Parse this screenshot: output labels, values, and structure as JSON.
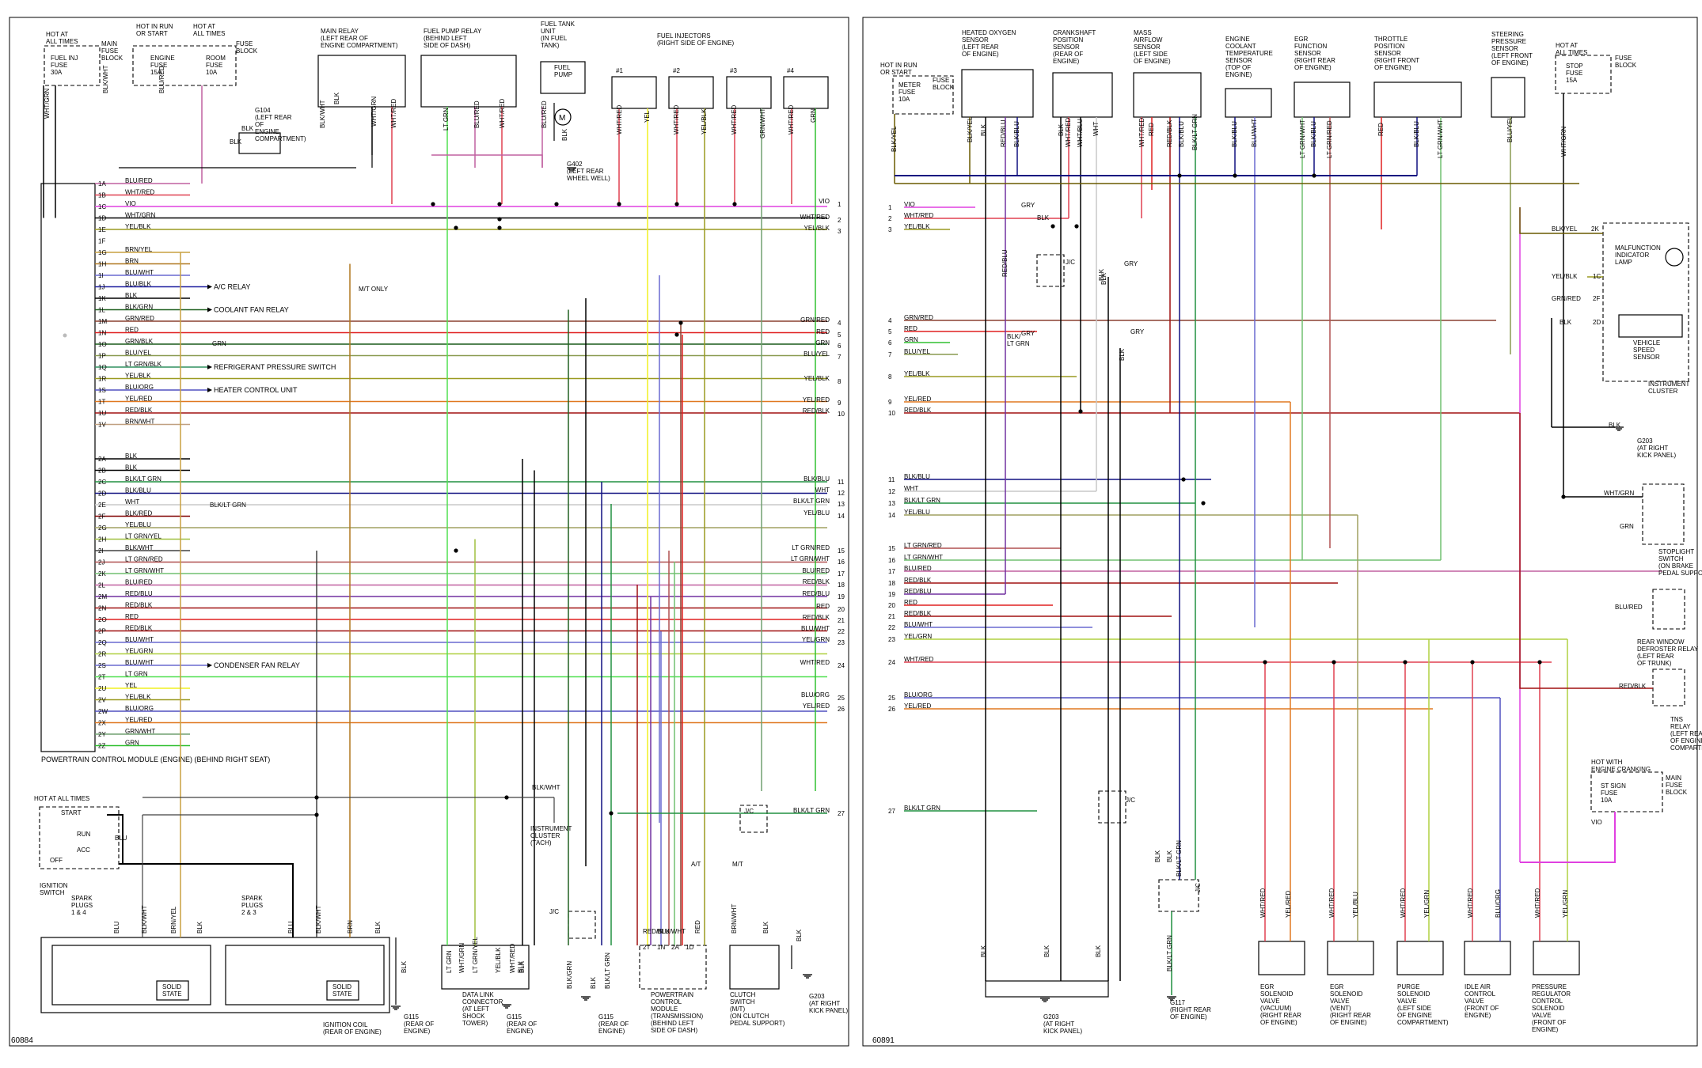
{
  "colors": {
    "VIO": "#e040e0",
    "WHT/RED": "#e04050",
    "YEL/BLK": "#9a9a20",
    "BLU/RED": "#c060a0",
    "BRN/YEL": "#c8a040",
    "BRN": "#b07820",
    "BLU/WHT": "#6a6ad0",
    "BLU/BLK": "#2020a0",
    "BLK": "#000000",
    "BLK/GRN": "#206020",
    "GRN/RED": "#8a4030",
    "RED": "#e02020",
    "GRN/BLK": "#1a5a1a",
    "GRN": "#30c030",
    "BLU/YEL": "#8a9a50",
    "LT GRN/BLK": "#309060",
    "BLU/ORG": "#5050c0",
    "YEL/RED": "#e07820",
    "RED/BLK": "#a01010",
    "BRN/WHT": "#c0a080",
    "BLK/LT GRN": "#209040",
    "BLK/BLU": "#101080",
    "WHT": "#c8c8c8",
    "BLK/RED": "#800000",
    "YEL/BLU": "#a0a060",
    "LT GRN/YEL": "#a0c040",
    "BLK/WHT": "#404040",
    "LT GRN/RED": "#b05050",
    "LT GRN/WHT": "#70c070",
    "RED/BLU": "#7030a0",
    "YEL/GRN": "#b0d040",
    "LT GRN": "#50e050",
    "YEL": "#f0f020",
    "GRN/WHT": "#70a070",
    "GRY": "#808080",
    "BLK/YEL": "#6a5a00"
  },
  "left": {
    "page_id": "60884",
    "pcm": {
      "title": "POWERTRAIN CONTROL\nMODULE (ENGINE)\n(BEHIND\nRIGHT SEAT)"
    },
    "top": [
      {
        "text": "HOT AT\nALL TIMES"
      },
      {
        "text": "MAIN\nFUSE\nBLOCK"
      },
      {
        "text": "FUEL INJ\nFUSE\n30A"
      },
      {
        "text": "HOT IN RUN\nOR START"
      },
      {
        "text": "HOT AT\nALL TIMES"
      },
      {
        "text": "FUSE\nBLOCK"
      },
      {
        "text": "ENGINE\nFUSE\n15A"
      },
      {
        "text": "ROOM\nFUSE\n10A"
      },
      {
        "text": "G104\n(LEFT REAR\nOF\nENGINE\nCOMPARTMENT)"
      },
      {
        "text": "MAIN RELAY\n(LEFT REAR OF\nENGINE COMPARTMENT)"
      },
      {
        "text": "FUEL PUMP RELAY\n(BEHIND LEFT\nSIDE OF DASH)"
      },
      {
        "text": "FUEL TANK\nUNIT\n(IN FUEL\nTANK)"
      },
      {
        "text": "FUEL\nPUMP"
      },
      {
        "text": "FUEL INJECTORS\n(RIGHT SIDE OF ENGINE)"
      },
      {
        "text": "#1"
      },
      {
        "text": "#2"
      },
      {
        "text": "#3"
      },
      {
        "text": "#4"
      },
      {
        "text": "G402\n(LEFT REAR\nWHEEL WELL)"
      },
      {
        "text": "WHT/GRN"
      },
      {
        "text": "BLK/WHT"
      },
      {
        "text": "BLU/RED"
      },
      {
        "text": "BLK"
      },
      {
        "text": "BLK"
      },
      {
        "text": "BLK/WHT"
      },
      {
        "text": "BLK"
      },
      {
        "text": "WHT/GRN"
      },
      {
        "text": "WHT/RED"
      },
      {
        "text": "LT GRN"
      },
      {
        "text": "BLU/RED"
      },
      {
        "text": "WHT/RED"
      },
      {
        "text": "BLU/RED"
      },
      {
        "text": "BLK"
      },
      {
        "text": "WHT/RED"
      },
      {
        "text": "YEL"
      },
      {
        "text": "WHT/RED"
      },
      {
        "text": "YEL/BLK"
      },
      {
        "text": "WHT/RED"
      },
      {
        "text": "GRN/WHT"
      },
      {
        "text": "WHT/RED"
      },
      {
        "text": "GRN"
      }
    ],
    "pins": [
      {
        "pin": "1A",
        "wire": "BLU/RED"
      },
      {
        "pin": "1B",
        "wire": "WHT/RED"
      },
      {
        "pin": "1C",
        "wire": "VIO"
      },
      {
        "pin": "1D",
        "wire": "WHT/GRN"
      },
      {
        "pin": "1E",
        "wire": "YEL/BLK"
      },
      {
        "pin": "1F",
        "wire": ""
      },
      {
        "pin": "1G",
        "wire": "BRN/YEL"
      },
      {
        "pin": "1H",
        "wire": "BRN"
      },
      {
        "pin": "1I",
        "wire": "BLU/WHT"
      },
      {
        "pin": "1J",
        "wire": "BLU/BLK"
      },
      {
        "pin": "1K",
        "wire": "BLK"
      },
      {
        "pin": "1L",
        "wire": "BLK/GRN"
      },
      {
        "pin": "1M",
        "wire": "GRN/RED"
      },
      {
        "pin": "1N",
        "wire": "RED"
      },
      {
        "pin": "1O",
        "wire": "GRN/BLK"
      },
      {
        "pin": "1P",
        "wire": "BLU/YEL"
      },
      {
        "pin": "1Q",
        "wire": "LT GRN/BLK"
      },
      {
        "pin": "1R",
        "wire": "YEL/BLK"
      },
      {
        "pin": "1S",
        "wire": "BLU/ORG"
      },
      {
        "pin": "1T",
        "wire": "YEL/RED"
      },
      {
        "pin": "1U",
        "wire": "RED/BLK"
      },
      {
        "pin": "1V",
        "wire": "BRN/WHT"
      },
      {
        "pin": "2A",
        "wire": "BLK"
      },
      {
        "pin": "2B",
        "wire": "BLK"
      },
      {
        "pin": "2C",
        "wire": "BLK/LT GRN"
      },
      {
        "pin": "2D",
        "wire": "BLK/BLU"
      },
      {
        "pin": "2E",
        "wire": "WHT"
      },
      {
        "pin": "2F",
        "wire": "BLK/RED"
      },
      {
        "pin": "2G",
        "wire": "YEL/BLU"
      },
      {
        "pin": "2H",
        "wire": "LT GRN/YEL"
      },
      {
        "pin": "2I",
        "wire": "BLK/WHT"
      },
      {
        "pin": "2J",
        "wire": "LT GRN/RED"
      },
      {
        "pin": "2K",
        "wire": "LT GRN/WHT"
      },
      {
        "pin": "2L",
        "wire": "BLU/RED"
      },
      {
        "pin": "2M",
        "wire": "RED/BLU"
      },
      {
        "pin": "2N",
        "wire": "RED/BLK"
      },
      {
        "pin": "2O",
        "wire": "RED"
      },
      {
        "pin": "2P",
        "wire": "RED/BLK"
      },
      {
        "pin": "2Q",
        "wire": "BLU/WHT"
      },
      {
        "pin": "2R",
        "wire": "YEL/GRN"
      },
      {
        "pin": "2S",
        "wire": "BLU/WHT"
      },
      {
        "pin": "2T",
        "wire": "LT GRN"
      },
      {
        "pin": "2U",
        "wire": "YEL"
      },
      {
        "pin": "2V",
        "wire": "YEL/BLK"
      },
      {
        "pin": "2W",
        "wire": "BLU/ORG"
      },
      {
        "pin": "2X",
        "wire": "YEL/RED"
      },
      {
        "pin": "2Y",
        "wire": "GRN/WHT"
      },
      {
        "pin": "2Z",
        "wire": "GRN"
      }
    ],
    "destinations": [
      {
        "pin": "1J",
        "text": "A/C RELAY"
      },
      {
        "pin": "1L",
        "text": "COOLANT FAN RELAY"
      },
      {
        "pin": "1Q",
        "text": "REFRIGERANT PRESSURE SWITCH"
      },
      {
        "pin": "1S",
        "text": "HEATER CONTROL UNIT"
      },
      {
        "pin": "2S",
        "text": "CONDENSER FAN RELAY"
      }
    ],
    "mid_labels": [
      {
        "text": "GRN"
      },
      {
        "text": "BLK/LT GRN"
      },
      {
        "text": "M/T ONLY"
      },
      {
        "text": "BLK/WHT"
      },
      {
        "text": "A/T"
      },
      {
        "text": "M/T"
      }
    ],
    "connectors": [
      {
        "num": "1",
        "wire": "VIO"
      },
      {
        "num": "2",
        "wire": "WHT/RED"
      },
      {
        "num": "3",
        "wire": "YEL/BLK"
      },
      {
        "num": "4",
        "wire": "GRN/RED"
      },
      {
        "num": "5",
        "wire": "RED"
      },
      {
        "num": "6",
        "wire": "GRN"
      },
      {
        "num": "7",
        "wire": "BLU/YEL"
      },
      {
        "num": "8",
        "wire": "YEL/BLK"
      },
      {
        "num": "9",
        "wire": "YEL/RED"
      },
      {
        "num": "10",
        "wire": "RED/BLK"
      },
      {
        "num": "11",
        "wire": "BLK/BLU"
      },
      {
        "num": "12",
        "wire": "WHT"
      },
      {
        "num": "13",
        "wire": "BLK/LT GRN"
      },
      {
        "num": "14",
        "wire": "YEL/BLU"
      },
      {
        "num": "15",
        "wire": "LT GRN/RED"
      },
      {
        "num": "16",
        "wire": "LT GRN/WHT"
      },
      {
        "num": "17",
        "wire": "BLU/RED"
      },
      {
        "num": "18",
        "wire": "RED/BLK"
      },
      {
        "num": "19",
        "wire": "RED/BLU"
      },
      {
        "num": "20",
        "wire": "RED"
      },
      {
        "num": "21",
        "wire": "RED/BLK"
      },
      {
        "num": "22",
        "wire": "BLU/WHT"
      },
      {
        "num": "23",
        "wire": "YEL/GRN"
      },
      {
        "num": "24",
        "wire": "WHT/RED"
      },
      {
        "num": "25",
        "wire": "BLU/ORG"
      },
      {
        "num": "26",
        "wire": "YEL/RED"
      },
      {
        "num": "27",
        "wire": "BLK/LT GRN"
      }
    ],
    "bottom": [
      {
        "text": "HOT AT ALL TIMES"
      },
      {
        "text": "START"
      },
      {
        "text": "RUN"
      },
      {
        "text": "ACC"
      },
      {
        "text": "OFF"
      },
      {
        "text": "IGNITION\nSWITCH"
      },
      {
        "text": "BLU"
      },
      {
        "text": "SPARK\nPLUGS\n1 & 4"
      },
      {
        "text": "SPARK\nPLUGS\n2 & 3"
      },
      {
        "text": "SOLID\nSTATE"
      },
      {
        "text": "SOLID\nSTATE"
      },
      {
        "text": "IGNITION COIL\n(REAR OF ENGINE)"
      },
      {
        "text": "G115\n(REAR OF\nENGINE)"
      },
      {
        "text": "DATA LINK\nCONNECTOR\n(AT LEFT\nSHOCK\nTOWER)"
      },
      {
        "text": "G115\n(REAR OF\nENGINE)"
      },
      {
        "text": "INSTRUMENT\nCLUSTER\n(TACH)"
      },
      {
        "text": "J/C"
      },
      {
        "text": "G115\n(REAR OF\nENGINE)"
      },
      {
        "text": "POWERTRAIN\nCONTROL\nMODULE\n(TRANSMISSION)\n(BEHIND LEFT\nSIDE OF DASH)"
      },
      {
        "text": "CLUTCH\nSWITCH\n(M/T)\n(ON CLUTCH\nPEDAL SUPPORT)"
      },
      {
        "text": "G203\n(AT RIGHT\nKICK PANEL)"
      },
      {
        "text": "J/C"
      },
      {
        "text": "BLU"
      },
      {
        "text": "BLK/WHT"
      },
      {
        "text": "BRN/YEL"
      },
      {
        "text": "BLK"
      },
      {
        "text": "BLU"
      },
      {
        "text": "BLK/WHT"
      },
      {
        "text": "BRN"
      },
      {
        "text": "BLK"
      },
      {
        "text": "BLK"
      },
      {
        "text": "LT GRN"
      },
      {
        "text": "WHT/GRN"
      },
      {
        "text": "LT GRN/YEL"
      },
      {
        "text": "YEL/BLK"
      },
      {
        "text": "WHT/RED"
      },
      {
        "text": "BLK"
      },
      {
        "text": "BLK/GRN"
      },
      {
        "text": "BLK"
      },
      {
        "text": "BLK/LT GRN"
      },
      {
        "text": "RED/BLK"
      },
      {
        "text": "BLU/WHT"
      },
      {
        "text": "2T"
      },
      {
        "text": "1N"
      },
      {
        "text": "2A"
      },
      {
        "text": "1D"
      },
      {
        "text": "RED"
      },
      {
        "text": "BRN/WHT"
      },
      {
        "text": "BLK"
      },
      {
        "text": "BLK"
      },
      {
        "text": "BLK"
      }
    ]
  },
  "right": {
    "page_id": "60891",
    "top": [
      {
        "text": "HOT IN RUN\nOR START"
      },
      {
        "text": "METER\nFUSE\n10A"
      },
      {
        "text": "FUSE\nBLOCK"
      },
      {
        "text": "HEATED OXYGEN\nSENSOR\n(LEFT REAR\nOF ENGINE)"
      },
      {
        "text": "CRANKSHAFT\nPOSITION\nSENSOR\n(REAR OF\nENGINE)"
      },
      {
        "text": "MASS\nAIRFLOW\nSENSOR\n(LEFT SIDE\nOF ENGINE)"
      },
      {
        "text": "ENGINE\nCOOLANT\nTEMPERATURE\nSENSOR\n(TOP OF\nENGINE)"
      },
      {
        "text": "EGR\nFUNCTION\nSENSOR\n(RIGHT REAR\nOF ENGINE)"
      },
      {
        "text": "THROTTLE\nPOSITION\nSENSOR\n(RIGHT FRONT\nOF ENGINE)"
      },
      {
        "text": "STEERING\nPRESSURE\nSENSOR\n(LEFT FRONT\nOF ENGINE)"
      },
      {
        "text": "HOT AT\nALL TIMES"
      },
      {
        "text": "FUSE\nBLOCK"
      },
      {
        "text": "STOP\nFUSE\n15A"
      },
      {
        "text": "BLK/YEL"
      },
      {
        "text": "BLK/YEL"
      },
      {
        "text": "BLK"
      },
      {
        "text": "RED/BLU"
      },
      {
        "text": "BLK/BLU"
      },
      {
        "text": "BLK"
      },
      {
        "text": "WHT/RED"
      },
      {
        "text": "WHT/BLU"
      },
      {
        "text": "WHT"
      },
      {
        "text": "WHT/RED"
      },
      {
        "text": "RED"
      },
      {
        "text": "RED/BLK"
      },
      {
        "text": "BLK/BLU"
      },
      {
        "text": "BLK/LT GRN"
      },
      {
        "text": "BLK/BLU"
      },
      {
        "text": "BLU/WHT"
      },
      {
        "text": "LT GRN/WHT"
      },
      {
        "text": "BLK/BLU"
      },
      {
        "text": "LT GRN/RED"
      },
      {
        "text": "RED"
      },
      {
        "text": "BLK/BLU"
      },
      {
        "text": "LT GRN/WHT"
      },
      {
        "text": "BLU/YEL"
      },
      {
        "text": "WHT/GRN"
      }
    ],
    "connectors": [
      {
        "num": "1",
        "wire": "VIO"
      },
      {
        "num": "2",
        "wire": "WHT/RED"
      },
      {
        "num": "3",
        "wire": "YEL/BLK"
      },
      {
        "num": "4",
        "wire": "GRN/RED"
      },
      {
        "num": "5",
        "wire": "RED"
      },
      {
        "num": "6",
        "wire": "GRN"
      },
      {
        "num": "7",
        "wire": "BLU/YEL"
      },
      {
        "num": "8",
        "wire": "YEL/BLK"
      },
      {
        "num": "9",
        "wire": "YEL/RED"
      },
      {
        "num": "10",
        "wire": "RED/BLK"
      },
      {
        "num": "11",
        "wire": "BLK/BLU"
      },
      {
        "num": "12",
        "wire": "WHT"
      },
      {
        "num": "13",
        "wire": "BLK/LT GRN"
      },
      {
        "num": "14",
        "wire": "YEL/BLU"
      },
      {
        "num": "15",
        "wire": "LT GRN/RED"
      },
      {
        "num": "16",
        "wire": "LT GRN/WHT"
      },
      {
        "num": "17",
        "wire": "BLU/RED"
      },
      {
        "num": "18",
        "wire": "RED/BLK"
      },
      {
        "num": "19",
        "wire": "RED/BLU"
      },
      {
        "num": "20",
        "wire": "RED"
      },
      {
        "num": "21",
        "wire": "RED/BLK"
      },
      {
        "num": "22",
        "wire": "BLU/WHT"
      },
      {
        "num": "23",
        "wire": "YEL/GRN"
      },
      {
        "num": "24",
        "wire": "WHT/RED"
      },
      {
        "num": "25",
        "wire": "BLU/ORG"
      },
      {
        "num": "26",
        "wire": "YEL/RED"
      },
      {
        "num": "27",
        "wire": "BLK/LT GRN"
      }
    ],
    "mid_labels": [
      {
        "text": "GRY"
      },
      {
        "text": "BLK"
      },
      {
        "text": "J/C"
      },
      {
        "text": "GRY"
      },
      {
        "text": "BLK"
      },
      {
        "text": "GRY"
      },
      {
        "text": "BLK/\nLT GRN"
      },
      {
        "text": "RED/BLU"
      },
      {
        "text": "GRY"
      },
      {
        "text": "BLK"
      },
      {
        "text": "BLK"
      }
    ],
    "right_side": [
      {
        "text": "BLK/YEL"
      },
      {
        "text": "2K"
      },
      {
        "text": "MALFUNCTION\nINDICATOR\nLAMP"
      },
      {
        "text": "YEL/BLK"
      },
      {
        "text": "1C"
      },
      {
        "text": "GRN/RED"
      },
      {
        "text": "2F"
      },
      {
        "text": "BLK"
      },
      {
        "text": "2D"
      },
      {
        "text": "VEHICLE\nSPEED\nSENSOR"
      },
      {
        "text": "INSTRUMENT\nCLUSTER"
      },
      {
        "text": "BLK"
      },
      {
        "text": "G203\n(AT RIGHT\nKICK PANEL)"
      },
      {
        "text": "WHT/GRN"
      },
      {
        "text": "GRN"
      },
      {
        "text": "STOPLIGHT\nSWITCH\n(ON BRAKE\nPEDAL SUPPORT)"
      },
      {
        "text": "BLU/RED"
      },
      {
        "text": "REAR WINDOW\nDEFROSTER RELAY\n(LEFT REAR\nOF TRUNK)"
      },
      {
        "text": "RED/BLK"
      },
      {
        "text": "TNS\nRELAY\n(LEFT REAR\nOF ENGINE\nCOMPARTMENT)"
      },
      {
        "text": "HOT WITH\nENGINE CRANKING"
      },
      {
        "text": "ST SIGN\nFUSE\n10A"
      },
      {
        "text": "MAIN\nFUSE\nBLOCK"
      },
      {
        "text": "VIO"
      }
    ],
    "bottom": [
      {
        "text": "J/C"
      },
      {
        "text": "BLK"
      },
      {
        "text": "BLK"
      },
      {
        "text": "BLK"
      },
      {
        "text": "BLK"
      },
      {
        "text": "BLK"
      },
      {
        "text": "BLK/LT GRN"
      },
      {
        "text": "J/C"
      },
      {
        "text": "BLK/LT GRN"
      },
      {
        "text": "G203\n(AT RIGHT\nKICK PANEL)"
      },
      {
        "text": "G117\n(RIGHT REAR\nOF ENGINE)"
      },
      {
        "text": "WHT/RED"
      },
      {
        "text": "YEL/RED"
      },
      {
        "text": "WHT/RED"
      },
      {
        "text": "YEL/BLU"
      },
      {
        "text": "WHT/RED"
      },
      {
        "text": "YEL/GRN"
      },
      {
        "text": "WHT/RED"
      },
      {
        "text": "BLU/ORG"
      },
      {
        "text": "WHT/RED"
      },
      {
        "text": "YEL/GRN"
      },
      {
        "text": "EGR\nSOLENOID\nVALVE\n(VACUUM)\n(RIGHT REAR\nOF ENGINE)"
      },
      {
        "text": "EGR\nSOLENOID\nVALVE\n(VENT)\n(RIGHT REAR\nOF ENGINE)"
      },
      {
        "text": "PURGE\nSOLENOID\nVALVE\n(LEFT SIDE\nOF ENGINE\nCOMPARTMENT)"
      },
      {
        "text": "IDLE AIR\nCONTROL\nVALVE\n(FRONT OF\nENGINE)"
      },
      {
        "text": "PRESSURE\nREGULATOR\nCONTROL\nSOLENOID\nVALVE\n(FRONT OF\nENGINE)"
      }
    ]
  }
}
